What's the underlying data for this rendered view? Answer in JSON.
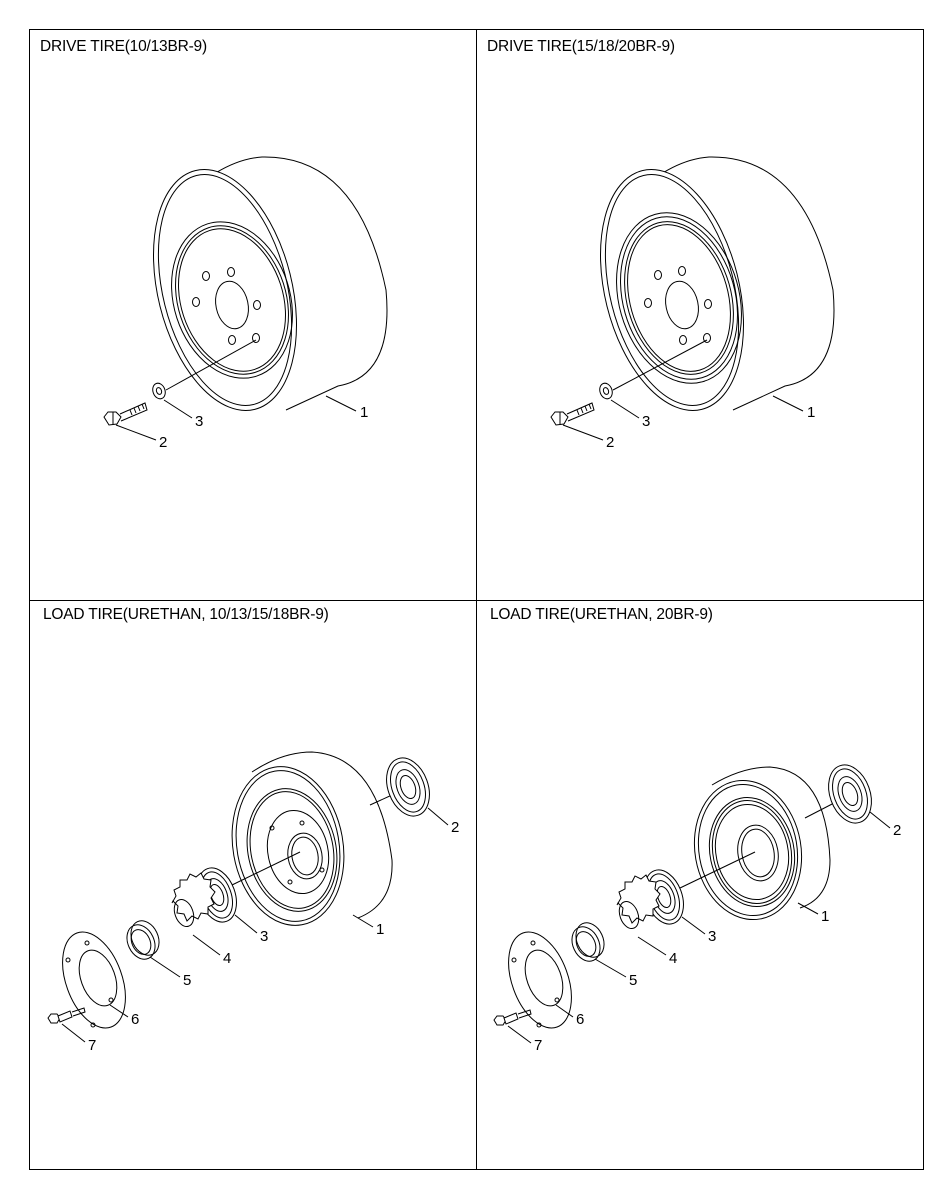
{
  "panels": [
    {
      "title": "DRIVE TIRE(10/13BR-9)",
      "callouts": [
        "1",
        "2",
        "3"
      ]
    },
    {
      "title": "DRIVE TIRE(15/18/20BR-9)",
      "callouts": [
        "1",
        "2",
        "3"
      ]
    },
    {
      "title": "LOAD TIRE(URETHAN, 10/13/15/18BR-9)",
      "callouts": [
        "1",
        "2",
        "3",
        "4",
        "5",
        "6",
        "7"
      ]
    },
    {
      "title": "LOAD TIRE(URETHAN, 20BR-9)",
      "callouts": [
        "1",
        "2",
        "3",
        "4",
        "5",
        "6",
        "7"
      ]
    }
  ]
}
